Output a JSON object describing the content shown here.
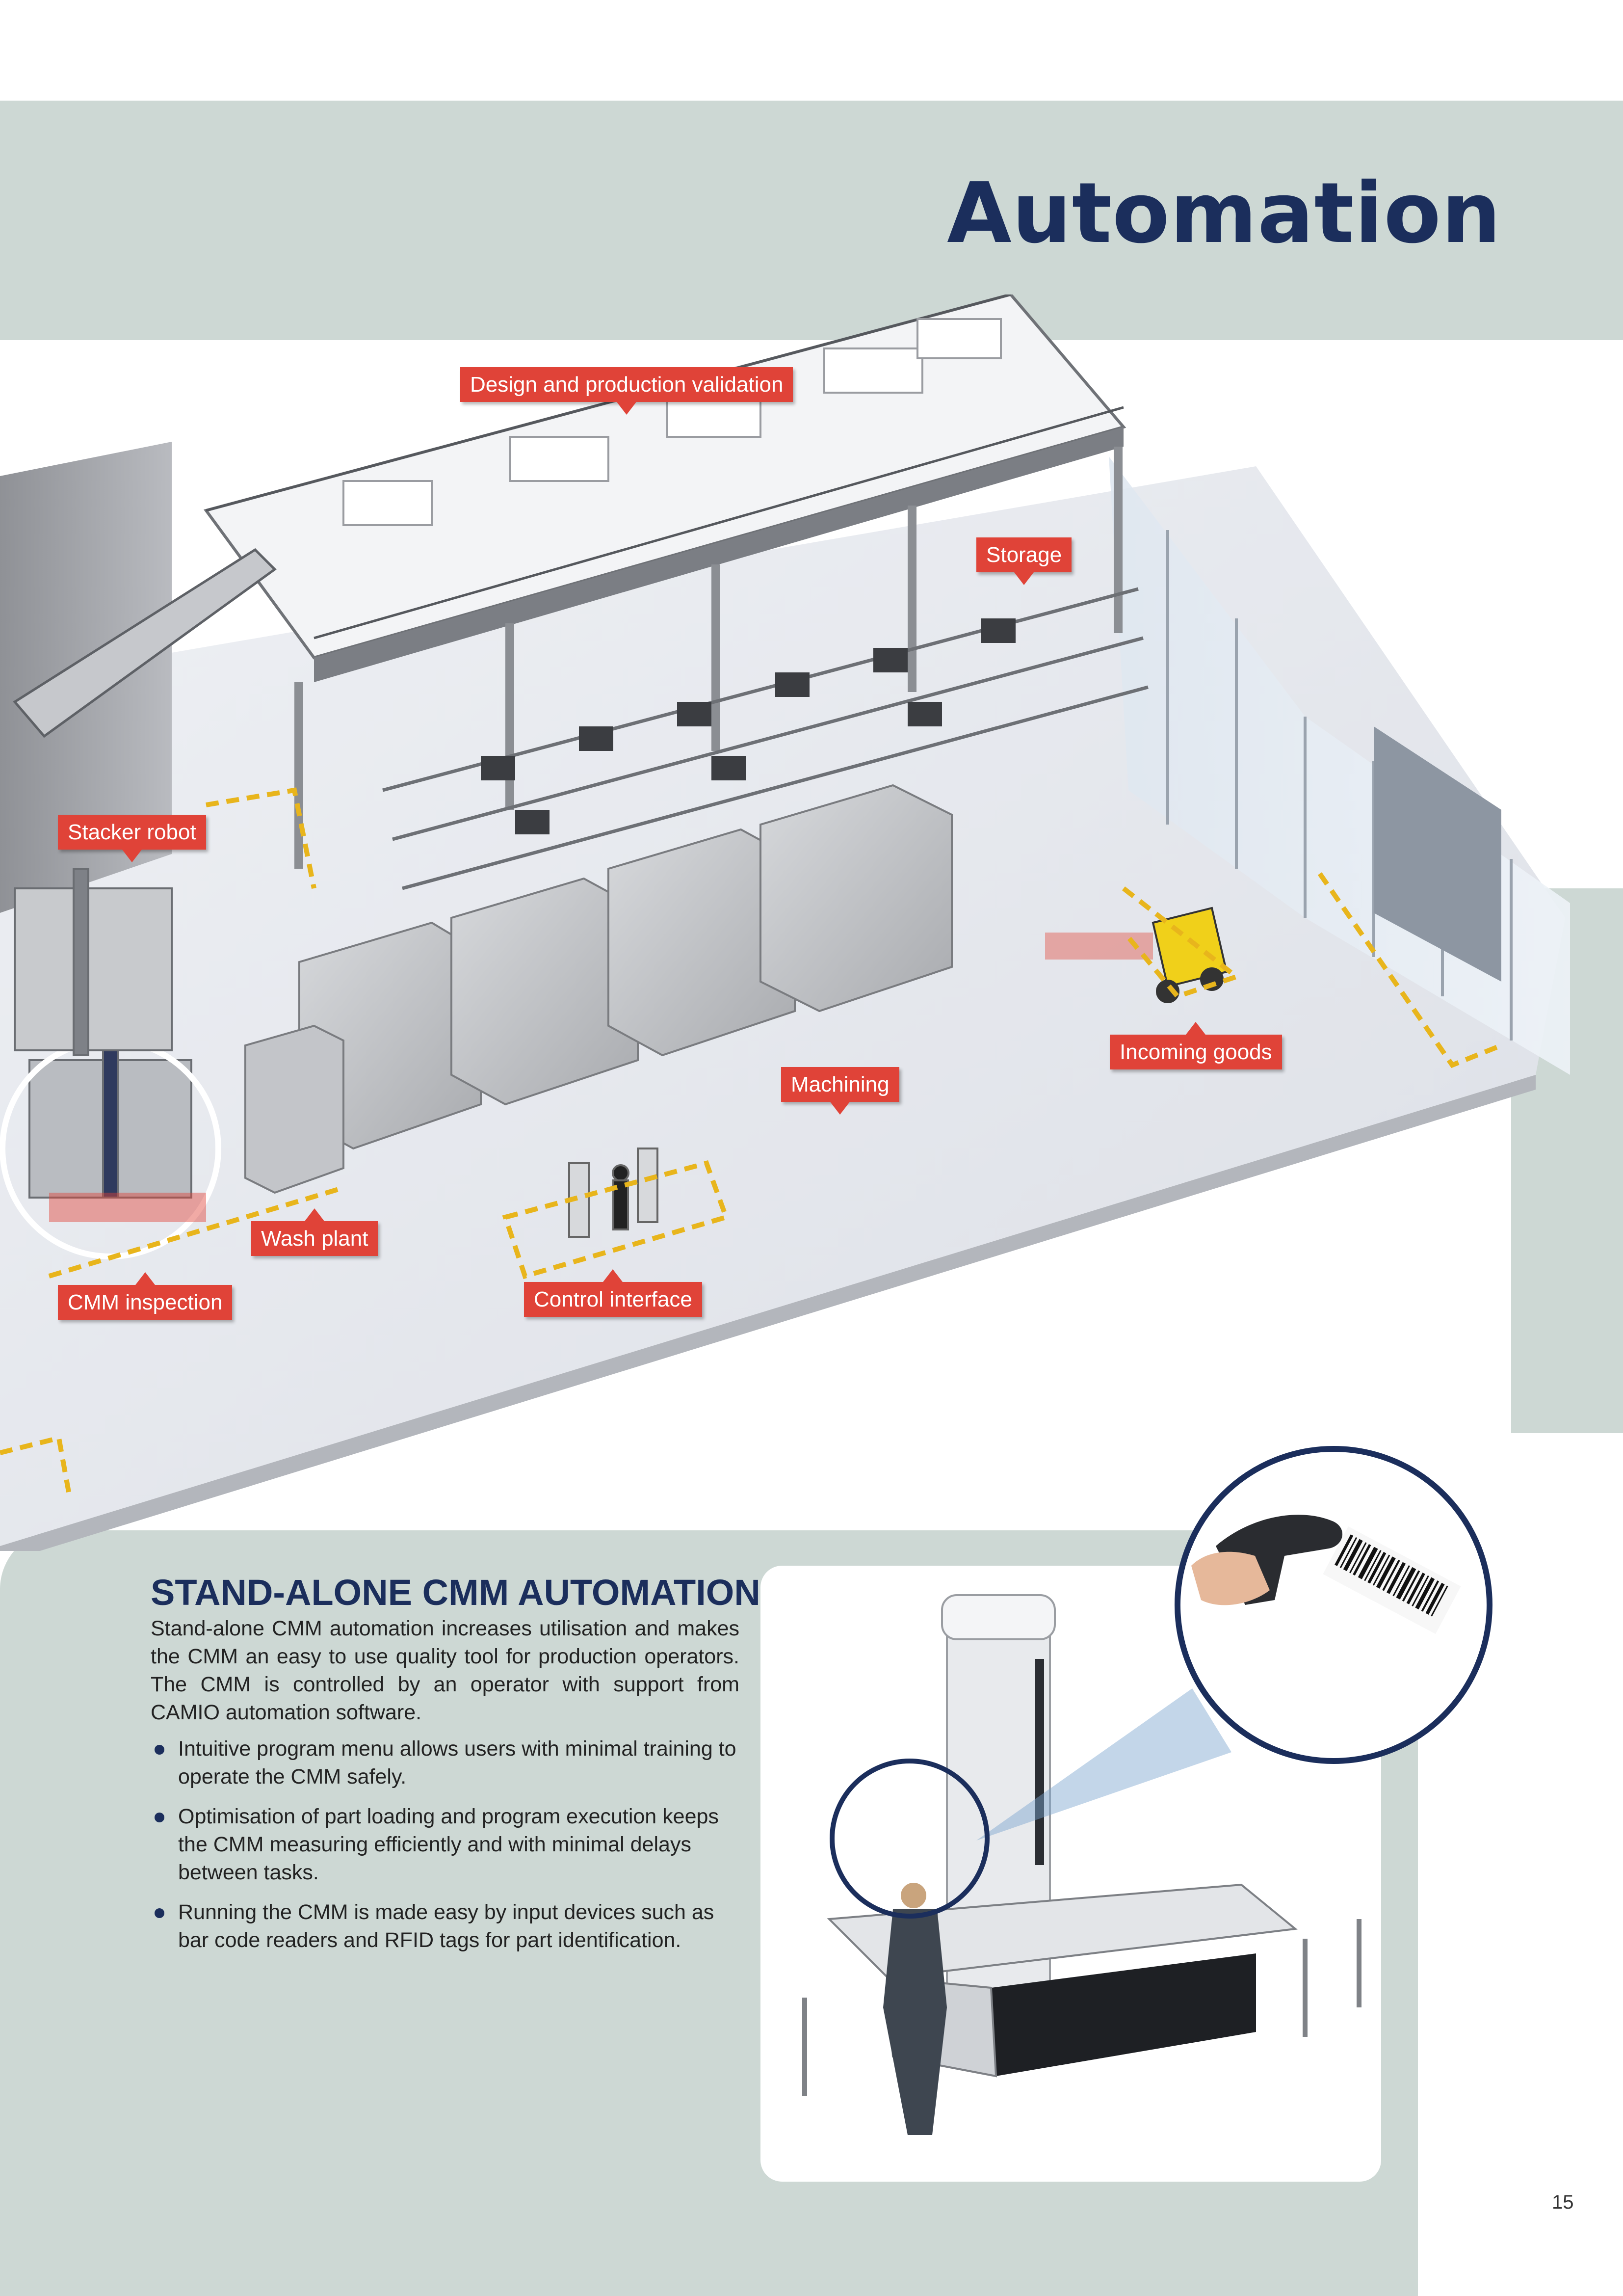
{
  "page": {
    "title": "Automation",
    "number": "15"
  },
  "colors": {
    "band": "#cdd8d4",
    "navy": "#1b2e5c",
    "callout_red": "#e04338",
    "hazard_yellow": "#e8b51c"
  },
  "callouts": {
    "design": "Design and production validation",
    "storage": "Storage",
    "stacker": "Stacker robot",
    "machining": "Machining",
    "incoming": "Incoming goods",
    "wash": "Wash plant",
    "cmm": "CMM inspection",
    "control": "Control interface"
  },
  "section": {
    "heading": "STAND-ALONE CMM AUTOMATION",
    "intro": "Stand-alone CMM automation increases utilisation and makes the CMM an easy to use quality tool for production operators. The CMM is controlled by an operator with support from CAMIO automation software.",
    "bullets": [
      "Intuitive program menu allows users with minimal training to operate the CMM safely.",
      "Optimisation of part loading and program execution keeps the CMM measuring efficiently and with minimal delays between tasks.",
      "Running the CMM is made easy by input devices such as bar code readers and RFID tags for part identification."
    ]
  }
}
